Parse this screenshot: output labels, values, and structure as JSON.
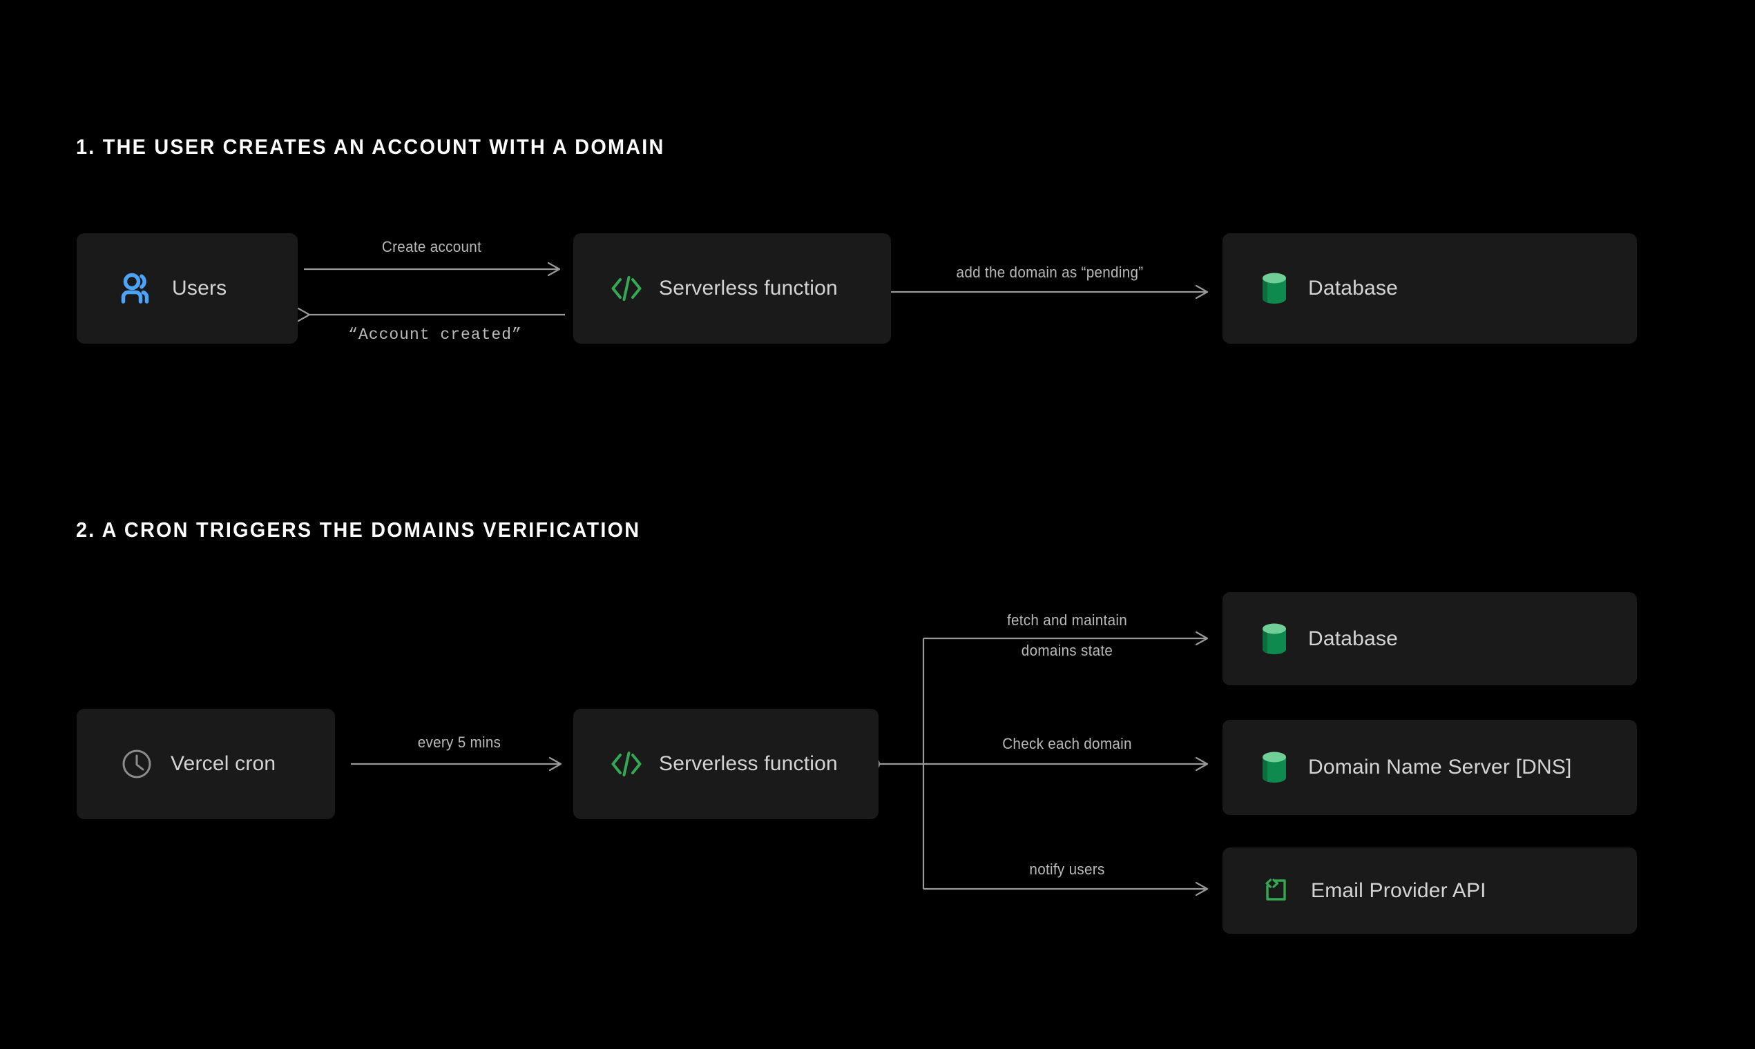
{
  "theme": {
    "background": "#000000",
    "node_fill": "#1A1A1A",
    "node_label": "#D4D4D4",
    "heading": "#FFFFFF",
    "wire": "#9A9A9A",
    "edge_label": "#B9B9B9",
    "accent_blue": "#4DA3F7",
    "accent_green": "#34A853",
    "db_green_top": "#6FCF97",
    "db_green_body": "#0E8A4F",
    "clock_gray": "#8C8C8C"
  },
  "sections": [
    {
      "id": "section-1",
      "heading": "1. THE USER CREATES AN ACCOUNT WITH A DOMAIN",
      "nodes": [
        {
          "id": "users",
          "label": "Users",
          "icon": "users-icon"
        },
        {
          "id": "serverless",
          "label": "Serverless function",
          "icon": "code-brackets-icon"
        },
        {
          "id": "database",
          "label": "Database",
          "icon": "database-cylinder-icon"
        }
      ],
      "edges": [
        {
          "id": "create-account",
          "label": "Create account",
          "style": "sans",
          "direction": "right"
        },
        {
          "id": "account-created",
          "label": "“Account created”",
          "style": "mono",
          "direction": "left"
        },
        {
          "id": "add-pending",
          "label": "add the domain as “pending”",
          "style": "sans",
          "direction": "right"
        }
      ]
    },
    {
      "id": "section-2",
      "heading": "2. A CRON TRIGGERS THE DOMAINS VERIFICATION",
      "nodes": [
        {
          "id": "vercel-cron",
          "label": "Vercel cron",
          "icon": "clock-icon"
        },
        {
          "id": "serverless-2",
          "label": "Serverless function",
          "icon": "code-brackets-icon"
        },
        {
          "id": "database-2",
          "label": "Database",
          "icon": "database-cylinder-icon"
        },
        {
          "id": "dns",
          "label": "Domain Name Server  [DNS]",
          "icon": "database-cylinder-icon"
        },
        {
          "id": "email-api",
          "label": "Email Provider API",
          "icon": "code-window-icon"
        }
      ],
      "edges": [
        {
          "id": "every-5-mins",
          "label": "every 5 mins",
          "style": "sans",
          "direction": "right"
        },
        {
          "id": "fetch-maintain",
          "label": "fetch and maintain",
          "label_line2": "domains state",
          "style": "sans",
          "direction": "right"
        },
        {
          "id": "check-domain",
          "label": "Check each domain",
          "style": "sans",
          "direction": "right"
        },
        {
          "id": "notify-users",
          "label": "notify users",
          "style": "sans",
          "direction": "right"
        }
      ]
    }
  ]
}
